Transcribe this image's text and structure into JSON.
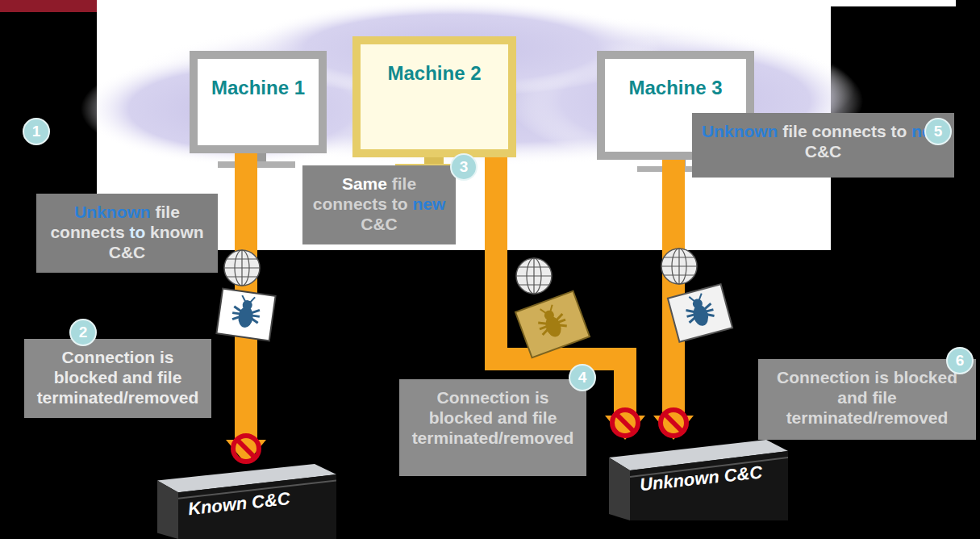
{
  "diagram": {
    "nodes": [
      {
        "text": [
          "Machine 1"
        ]
      },
      {
        "text": [
          "Machine 2"
        ]
      },
      {
        "text": [
          "Machine 3"
        ]
      },
      {
        "text": [
          "Unknown file connects to known C&C"
        ]
      },
      {
        "text": [
          "Same file connects to new C&C"
        ]
      },
      {
        "text": [
          "Unknown file connects to new C&C"
        ]
      },
      {
        "text": [
          "Connection is blocked and file terminated/removed"
        ]
      },
      {
        "text": [
          "Connection is blocked and file terminated/removed"
        ]
      },
      {
        "text": [
          "Connection is blocked and file terminated/removed"
        ]
      },
      {
        "text": [
          "Known C&C"
        ]
      },
      {
        "text": [
          "Unknown C&C"
        ]
      }
    ],
    "edges": [
      {
        "from": 0,
        "to": 9,
        "arrow": "to"
      },
      {
        "from": 1,
        "to": 10,
        "arrow": "to"
      },
      {
        "from": 2,
        "to": 10,
        "arrow": "to"
      }
    ],
    "labels": [
      "1",
      "2",
      "3",
      "4",
      "5",
      "6"
    ]
  }
}
